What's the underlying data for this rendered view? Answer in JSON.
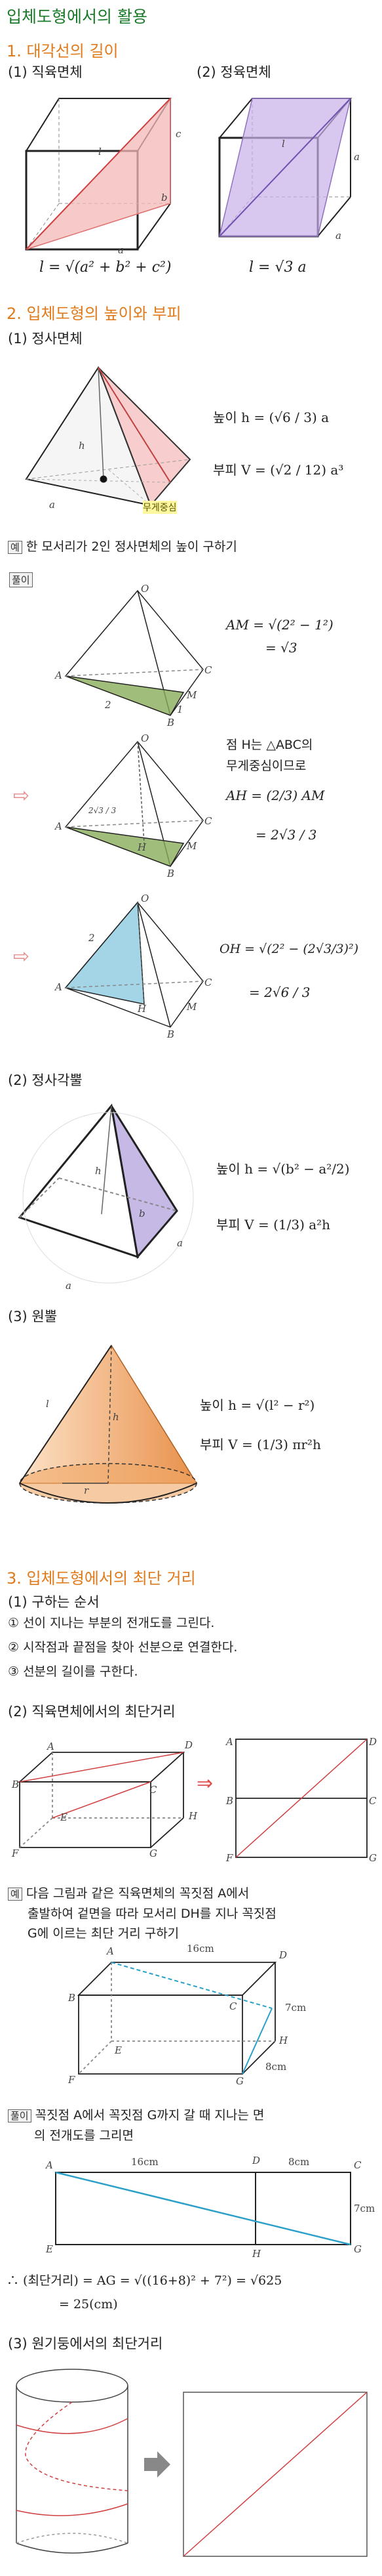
{
  "title": "입체도형에서의 활용",
  "s1": {
    "heading": "1. 대각선의 길이",
    "cuboid_label": "(1) 직육면체",
    "cube_label": "(2) 정육면체",
    "cuboid_formula": "l = √(a² + b² + c²)",
    "cube_formula": "l = √3 a",
    "labels": {
      "l": "l",
      "a": "a",
      "b": "b",
      "c": "c"
    }
  },
  "s2": {
    "heading": "2. 입체도형의 높이와 부피",
    "tetra_label": "(1) 정사면체",
    "tetra_height": "높이  h = (√6 / 3) a",
    "tetra_volume": "부피  V = (√2 / 12) a³",
    "centroid_label": "무게중심",
    "example_prefix": "예",
    "example": "한 모서리가 2인 정사면체의 높이 구하기",
    "solution_tag": "풀이",
    "eq1": "AM = √(2² − 1²)",
    "eq1b": "= √3",
    "note1": "점 H는 △ABC의",
    "note2": "무게중심이므로",
    "eq2": "AH = (2/3) AM",
    "eq2b": "= 2√3 / 3",
    "eq3": "OH = √(2² − (2√3/3)²)",
    "eq3b": "= 2√6 / 3",
    "small_frac": "2√3 / 3",
    "pyr_label": "(2) 정사각뿔",
    "pyr_height": "높이 h = √(b² − a²/2)",
    "pyr_volume": "부피 V = (1/3) a²h",
    "cone_label": "(3) 원뿔",
    "cone_height": "높이  h = √(l² − r²)",
    "cone_volume": "부피  V = (1/3) πr²h",
    "vertex": {
      "O": "O",
      "A": "A",
      "B": "B",
      "C": "C",
      "H": "H",
      "M": "M"
    },
    "len": {
      "two": "2",
      "one": "1"
    }
  },
  "s3": {
    "heading": "3. 입체도형에서의 최단 거리",
    "order_label": "(1) 구하는 순서",
    "steps": [
      "① 선이 지나는 부분의 전개도를 그린다.",
      "② 시작점과 끝점을 찾아 선분으로 연결한다.",
      "③ 선분의 길이를 구한다."
    ],
    "cuboid_label": "(2) 직육면체에서의 최단거리",
    "ex_prefix": "예",
    "ex_lines": [
      "다음 그림과 같은 직육면체의 꼭짓점 A에서",
      "출발하여 겉면을 따라 모서리 DH를 지나 꼭짓점",
      "G에 이르는 최단 거리 구하기"
    ],
    "dims": {
      "len16": "16cm",
      "len7": "7cm",
      "len8": "8cm"
    },
    "sol_tag": "풀이",
    "sol_lines": [
      "꼭짓점 A에서 꼭짓점 G까지 갈 때 지나는 면",
      "의 전개도를 그리면"
    ],
    "result1": "∴ (최단거리) = AG = √((16+8)² + 7²) = √625",
    "result2": "= 25(cm)",
    "cyl_label": "(3) 원기둥에서의 최단거리",
    "vertices": [
      "A",
      "B",
      "C",
      "D",
      "E",
      "F",
      "G",
      "H"
    ]
  },
  "colors": {
    "green": "#1a7a2a",
    "orange": "#e07a1a",
    "pink": "#f4b8b8",
    "violet": "#b8a8e0",
    "olive": "#8aad5a",
    "sky": "#8ccbe0",
    "cone": "#f0a868",
    "blue": "#2aa0c8"
  }
}
